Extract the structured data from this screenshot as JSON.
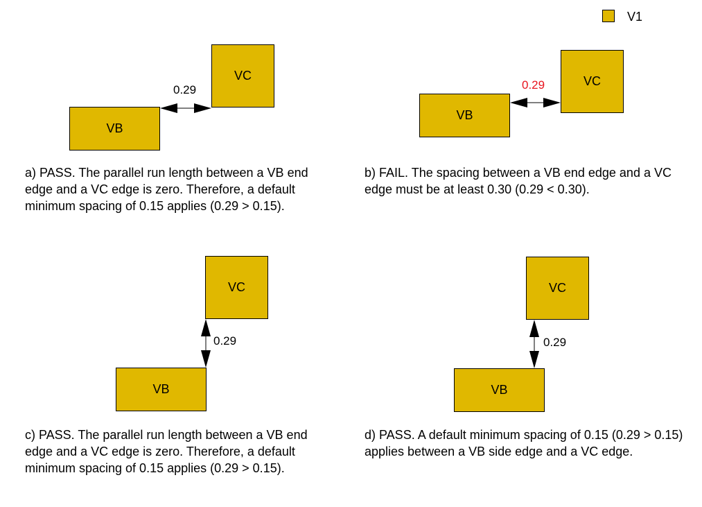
{
  "legend": {
    "label": "V1",
    "swatch_color": "#E0B800"
  },
  "colors": {
    "box_fill": "#E0B800",
    "fail_text": "#E8141E"
  },
  "panels": [
    {
      "vb_label": "VB",
      "vc_label": "VC",
      "spacing": "0.29",
      "caption": "a) PASS. The parallel run length between a VB end edge and a VC edge is zero. Therefore, a default minimum spacing of 0.15 applies (0.29 > 0.15)."
    },
    {
      "vb_label": "VB",
      "vc_label": "VC",
      "spacing": "0.29",
      "caption": "b) FAIL. The spacing between a VB end edge and a VC edge must be at least 0.30 (0.29 < 0.30)."
    },
    {
      "vb_label": "VB",
      "vc_label": "VC",
      "spacing": "0.29",
      "caption": "c) PASS. The parallel run length between a VB end edge and a VC edge is zero. Therefore, a default minimum spacing of 0.15 applies (0.29 > 0.15)."
    },
    {
      "vb_label": "VB",
      "vc_label": "VC",
      "spacing": "0.29",
      "caption": "d) PASS. A default minimum spacing of 0.15 (0.29 > 0.15) applies between a VB side edge and a VC edge."
    }
  ]
}
